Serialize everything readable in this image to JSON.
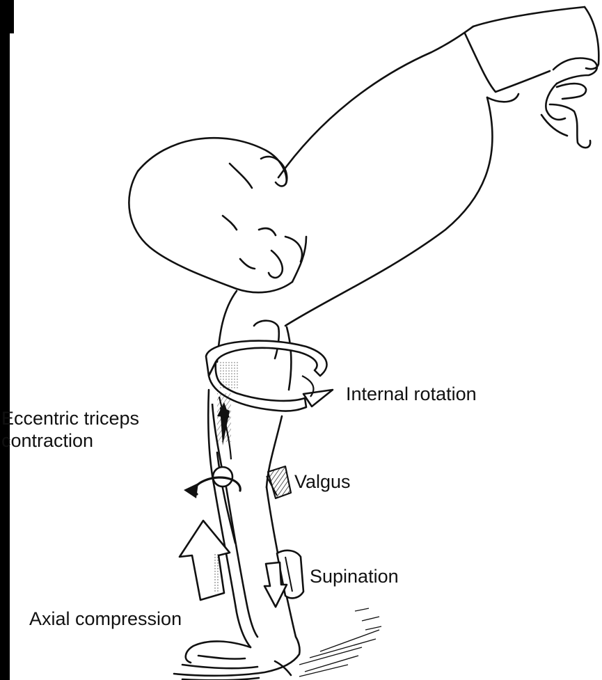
{
  "figure": {
    "labels": {
      "internal_rotation": "Internal rotation",
      "eccentric_line1": "Eccentric triceps",
      "eccentric_line2": "contraction",
      "valgus": "Valgus",
      "supination": "Supination",
      "axial_compression": "Axial compression"
    },
    "colors": {
      "ink": "#111111",
      "paper": "#ffffff",
      "left_border": "#000000",
      "arrow_shade": "#bbbbbb"
    },
    "icons": [
      "internal-rotation-band-arrow",
      "eccentric-contraction-arrow",
      "elbow-rotation-arrow",
      "valgus-wedge-icon",
      "supination-twist-arrow",
      "axial-compression-arrow"
    ]
  }
}
